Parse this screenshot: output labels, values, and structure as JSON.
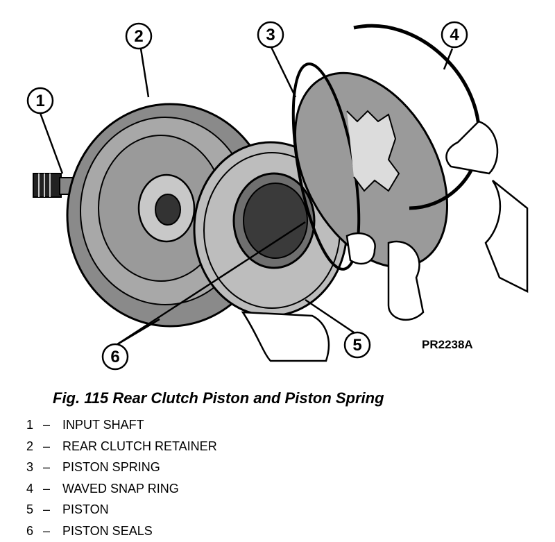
{
  "figure": {
    "code": "PR2238A",
    "callouts": [
      "1",
      "2",
      "3",
      "4",
      "5",
      "6"
    ]
  },
  "caption": "Fig. 115 Rear Clutch Piston and Piston Spring",
  "legend": [
    {
      "num": "1",
      "label": "INPUT SHAFT"
    },
    {
      "num": "2",
      "label": "REAR CLUTCH RETAINER"
    },
    {
      "num": "3",
      "label": "PISTON SPRING"
    },
    {
      "num": "4",
      "label": "WAVED SNAP RING"
    },
    {
      "num": "5",
      "label": "PISTON"
    },
    {
      "num": "6",
      "label": "PISTON SEALS"
    }
  ]
}
